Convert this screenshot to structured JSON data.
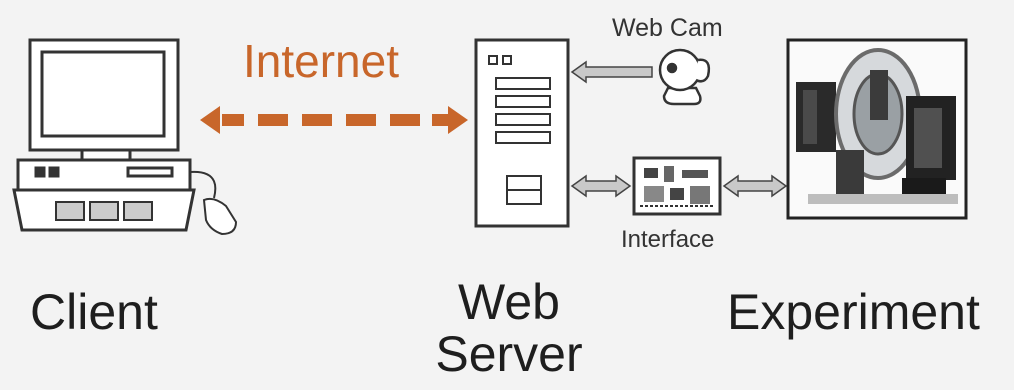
{
  "labels": {
    "internet": "Internet",
    "webcam": "Web Cam",
    "interface": "Interface",
    "client": "Client",
    "web_server": "Web Server",
    "experiment": "Experiment"
  },
  "colors": {
    "internet_link": "#c8662a",
    "outline": "#333333",
    "connector_fill": "#c9c9c9"
  },
  "icons": {
    "client": "desktop-computer-icon",
    "server": "server-tower-icon",
    "webcam": "webcam-icon",
    "interface": "interface-board-icon",
    "experiment": "experiment-photo"
  }
}
